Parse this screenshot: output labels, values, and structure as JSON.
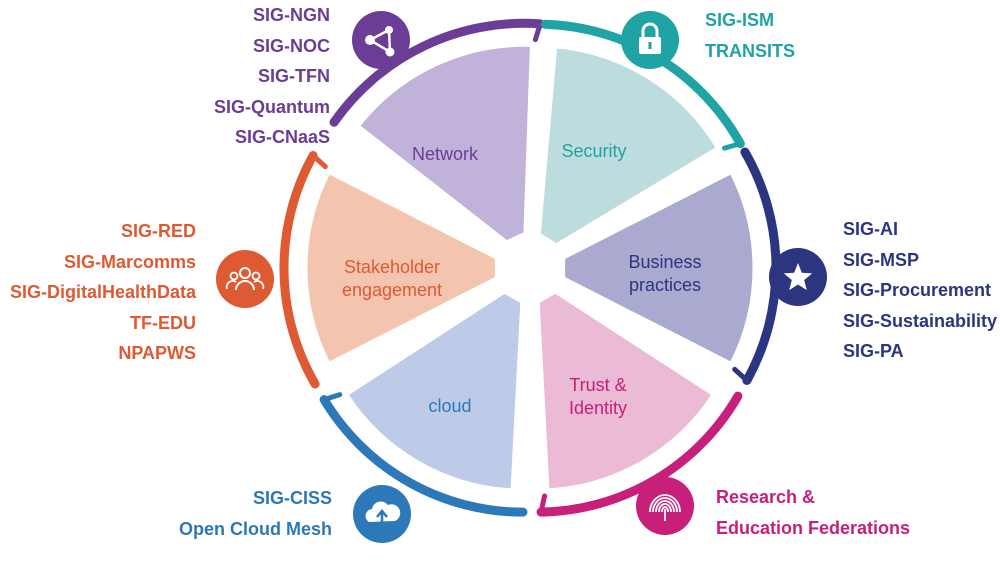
{
  "segments": [
    {
      "id": "network",
      "lines": [
        "Network"
      ],
      "color": "#6b3d97",
      "fill": "#c0b2d8"
    },
    {
      "id": "security",
      "lines": [
        "Security"
      ],
      "color": "#1fa3a4",
      "fill": "#bcdcdd"
    },
    {
      "id": "business",
      "lines": [
        "Business",
        "practices"
      ],
      "color": "#2b3580",
      "fill": "#aaa9cf"
    },
    {
      "id": "trust",
      "lines": [
        "Trust &",
        "Identity"
      ],
      "color": "#c6207b",
      "fill": "#ebbad4"
    },
    {
      "id": "cloud",
      "lines": [
        "cloud"
      ],
      "color": "#2d78b9",
      "fill": "#bdcbe8"
    },
    {
      "id": "stakeholder",
      "lines": [
        "Stakeholder",
        "engagement"
      ],
      "color": "#dd5a33",
      "fill": "#f3c4ae"
    }
  ],
  "groups": {
    "network": {
      "color": "#6b3d97",
      "icon": "network-nodes-icon",
      "items": [
        "SIG-NGN",
        "SIG-NOC",
        "SIG-TFN",
        "SIG-Quantum",
        "SIG-CNaaS"
      ]
    },
    "security": {
      "color": "#1fa3a4",
      "icon": "lock-icon",
      "items": [
        "SIG-ISM",
        "TRANSITS"
      ]
    },
    "business": {
      "color": "#2b3580",
      "icon": "star-icon",
      "items": [
        "SIG-AI",
        "SIG-MSP",
        "SIG-Procurement",
        "SIG-Sustainability",
        "SIG-PA"
      ]
    },
    "trust": {
      "color": "#c6207b",
      "icon": "fingerprint-icon",
      "items": [
        "Research &",
        "Education Federations"
      ]
    },
    "cloud": {
      "color": "#2d78b9",
      "icon": "cloud-upload-icon",
      "items": [
        "SIG-CISS",
        "Open Cloud Mesh"
      ]
    },
    "stakeholder": {
      "color": "#dd5a33",
      "icon": "people-icon",
      "items": [
        "SIG-RED",
        "SIG-Marcomms",
        "SIG-DigitalHealthData",
        "TF-EDU",
        "NPAPWS"
      ]
    }
  }
}
